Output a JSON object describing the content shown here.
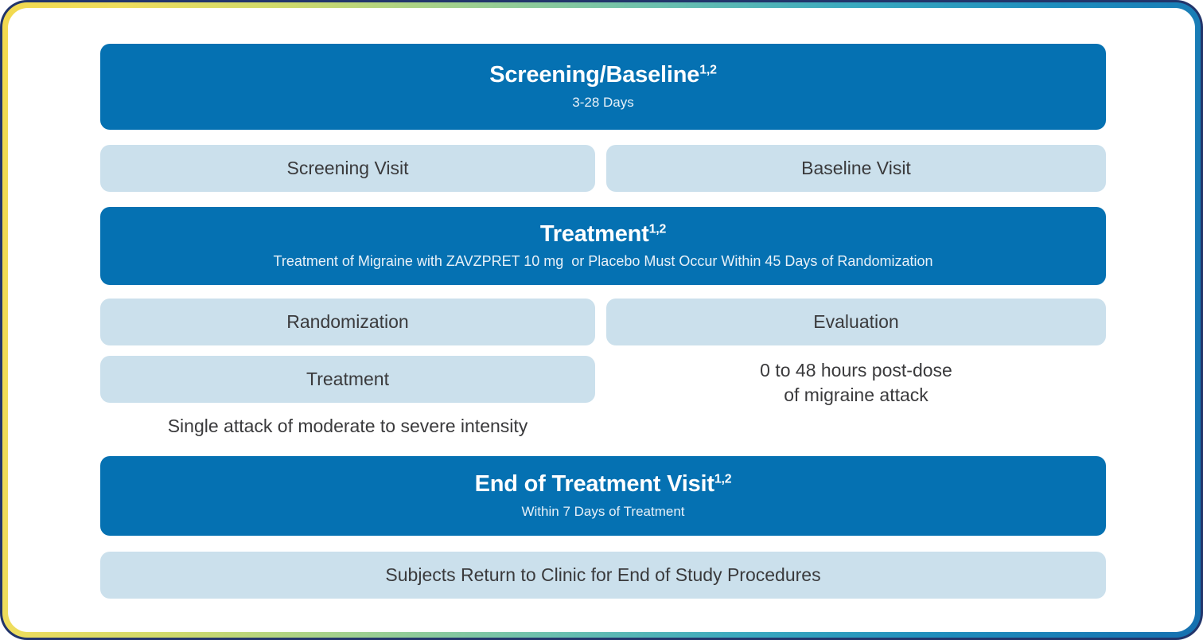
{
  "frame": {
    "gradient_from": "#f2d94e",
    "gradient_mid": "#6cc0ae",
    "gradient_to": "#1570b0",
    "outline_color": "#22356b"
  },
  "colors": {
    "banner_blue": "#0571b2",
    "pill_light_blue": "#cbe0ec",
    "text_dark": "#3a3a3c",
    "text_white": "#ffffff"
  },
  "diagram": {
    "type": "clinical-trial-study-design-flow",
    "phases": [
      {
        "id": "screening-baseline",
        "title": "Screening/Baseline",
        "title_superscript": "1,2",
        "subtitle": "3-28 Days",
        "steps_left": [
          "Screening Visit"
        ],
        "steps_right": [
          "Baseline Visit"
        ]
      },
      {
        "id": "treatment",
        "title": "Treatment",
        "title_superscript": "1,2",
        "subtitle": "Treatment of Migraine with ZAVZPRET 10 mg  or Placebo Must Occur Within 45 Days of Randomization",
        "steps_left": [
          "Randomization",
          "Treatment"
        ],
        "steps_right": [
          "Evaluation"
        ],
        "caption_left": "Single attack of moderate to severe intensity",
        "caption_right_line1": "0 to 48 hours post-dose",
        "caption_right_line2": "of migraine attack"
      },
      {
        "id": "end-of-treatment",
        "title": "End of Treatment Visit",
        "title_superscript": "1,2",
        "subtitle": "Within 7 Days of Treatment",
        "steps_full": [
          "Subjects Return to Clinic for End of Study Procedures"
        ]
      }
    ]
  }
}
